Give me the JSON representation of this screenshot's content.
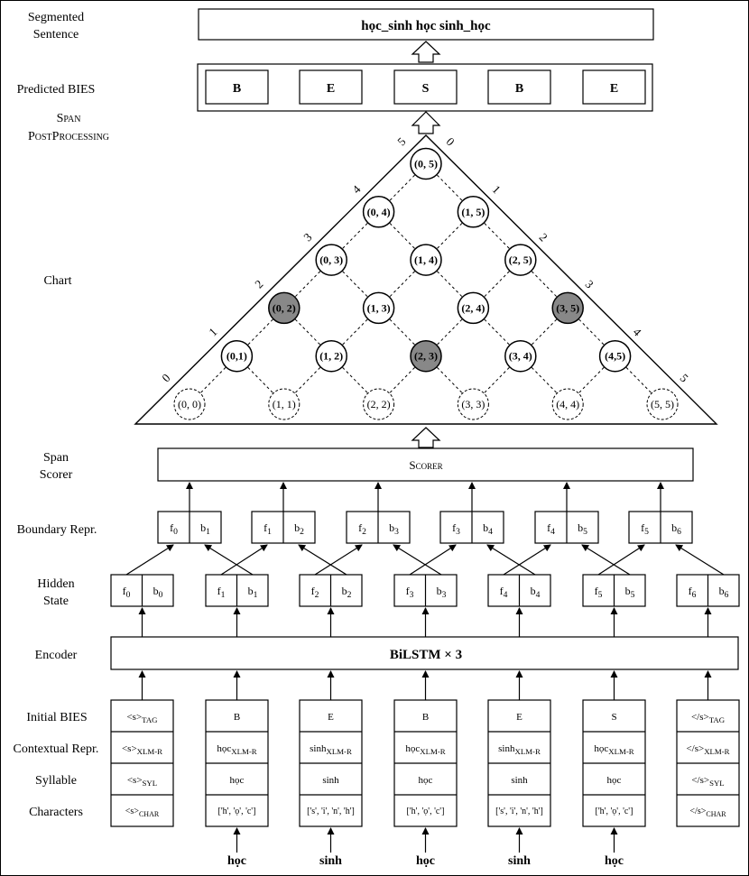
{
  "labels": {
    "segmented": [
      "Segmented",
      "Sentence"
    ],
    "predicted": "Predicted BIES",
    "span_post": [
      "Span",
      "PostProcessing"
    ],
    "chart": "Chart",
    "span_scorer": [
      "Span",
      "Scorer"
    ],
    "boundary": "Boundary Repr.",
    "hidden": [
      "Hidden",
      "State"
    ],
    "encoder": "Encoder",
    "initial_bies": "Initial BIES",
    "contextual": "Contextual Repr.",
    "syllable": "Syllable",
    "characters": "Characters"
  },
  "segmented_sentence": "học_sinh học sinh_học",
  "predicted_tags": [
    "B",
    "E",
    "S",
    "B",
    "E"
  ],
  "scorer_label": "Scorer",
  "encoder_label": "BiLSTM × 3",
  "chart_edge_left": [
    "0",
    "1",
    "2",
    "3",
    "4",
    "5"
  ],
  "chart_edge_right": [
    "0",
    "1",
    "2",
    "3",
    "4",
    "5"
  ],
  "chart_nodes": [
    [
      "(0, 0)",
      "(1, 1)",
      "(2, 2)",
      "(3, 3)",
      "(4, 4)",
      "(5, 5)"
    ],
    [
      "(0,1)",
      "(1, 2)",
      "(2, 3)",
      "(3, 4)",
      "(4,5)"
    ],
    [
      "(0, 2)",
      "(1, 3)",
      "(2, 4)",
      "(3, 5)"
    ],
    [
      "(0, 3)",
      "(1, 4)",
      "(2, 5)"
    ],
    [
      "(0, 4)",
      "(1, 5)"
    ],
    [
      "(0, 5)"
    ]
  ],
  "highlighted_spans": [
    "(0, 2)",
    "(2, 3)",
    "(3, 5)"
  ],
  "boundary_cells": [
    [
      "f",
      "0",
      "b",
      "1"
    ],
    [
      "f",
      "1",
      "b",
      "2"
    ],
    [
      "f",
      "2",
      "b",
      "3"
    ],
    [
      "f",
      "3",
      "b",
      "4"
    ],
    [
      "f",
      "4",
      "b",
      "5"
    ],
    [
      "f",
      "5",
      "b",
      "6"
    ]
  ],
  "hidden_cells": [
    [
      "f",
      "0",
      "b",
      "0"
    ],
    [
      "f",
      "1",
      "b",
      "1"
    ],
    [
      "f",
      "2",
      "b",
      "2"
    ],
    [
      "f",
      "3",
      "b",
      "3"
    ],
    [
      "f",
      "4",
      "b",
      "4"
    ],
    [
      "f",
      "5",
      "b",
      "5"
    ],
    [
      "f",
      "6",
      "b",
      "6"
    ]
  ],
  "input_columns": [
    {
      "bies": [
        "<s>",
        "TAG"
      ],
      "ctx": [
        "<s>",
        "XLM-R"
      ],
      "syl": [
        "<s>",
        "SYL"
      ],
      "chr": [
        "<s>",
        "CHAR"
      ],
      "word": ""
    },
    {
      "bies": [
        "B",
        ""
      ],
      "ctx": [
        "học",
        "XLM-R"
      ],
      "syl": [
        "học",
        ""
      ],
      "chr": [
        "['h', 'ọ', 'c']",
        ""
      ],
      "word": "học"
    },
    {
      "bies": [
        "E",
        ""
      ],
      "ctx": [
        "sinh",
        "XLM-R"
      ],
      "syl": [
        "sinh",
        ""
      ],
      "chr": [
        "['s', 'i', 'n', 'h']",
        ""
      ],
      "word": "sinh"
    },
    {
      "bies": [
        "B",
        ""
      ],
      "ctx": [
        "học",
        "XLM-R"
      ],
      "syl": [
        "học",
        ""
      ],
      "chr": [
        "['h', 'ọ', 'c']",
        ""
      ],
      "word": "học"
    },
    {
      "bies": [
        "E",
        ""
      ],
      "ctx": [
        "sinh",
        "XLM-R"
      ],
      "syl": [
        "sinh",
        ""
      ],
      "chr": [
        "['s', 'i', 'n', 'h']",
        ""
      ],
      "word": "sinh"
    },
    {
      "bies": [
        "S",
        ""
      ],
      "ctx": [
        "học",
        "XLM-R"
      ],
      "syl": [
        "học",
        ""
      ],
      "chr": [
        "['h', 'ọ', 'c']",
        ""
      ],
      "word": "học"
    },
    {
      "bies": [
        "</s>",
        "TAG"
      ],
      "ctx": [
        "</s>",
        "XLM-R"
      ],
      "syl": [
        "</s>",
        "SYL"
      ],
      "chr": [
        "</s>",
        "CHAR"
      ],
      "word": ""
    }
  ]
}
